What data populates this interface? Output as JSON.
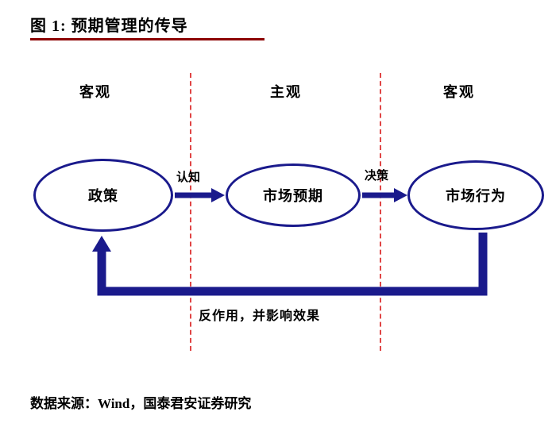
{
  "figure": {
    "title": "图 1: 预期管理的传导",
    "source": "数据来源：Wind，国泰君安证券研究"
  },
  "diagram": {
    "column_labels": [
      {
        "label": "客观"
      },
      {
        "label": "主观"
      },
      {
        "label": "客观"
      }
    ],
    "nodes": [
      {
        "label": "政策"
      },
      {
        "label": "市场预期"
      },
      {
        "label": "市场行为"
      }
    ],
    "arrow_labels": [
      {
        "label": "认知"
      },
      {
        "label": "决策"
      }
    ],
    "feedback_label": "反作用，并影响效果",
    "colors": {
      "node_border": "#1a1a8c",
      "arrow": "#1a1a8c",
      "dashed_line": "#e04545",
      "title_underline": "#8b0000",
      "text": "#000000"
    }
  }
}
